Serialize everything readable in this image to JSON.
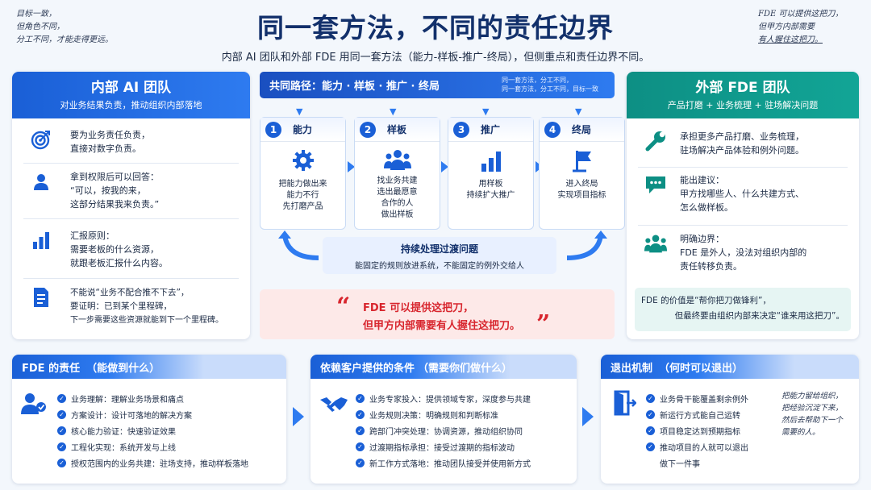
{
  "notes": {
    "top_left": [
      "目标一致，",
      "但角色不同，",
      "分工不同，才能走得更远。"
    ],
    "top_right": [
      "FDE 可以提供这把刀，",
      "但甲方内部需要",
      "有人握住这把刀。"
    ]
  },
  "header": {
    "title": "同一套方法，不同的责任边界",
    "subtitle": "内部 AI 团队和外部 FDE 用同一套方法（能力-样板-推广-终局），但侧重点和责任边界不同。"
  },
  "internal": {
    "title": "内部 AI 团队",
    "subtitle": "对业务结果负责，推动组织内部落地",
    "items": [
      {
        "icon": "target-icon",
        "lines": [
          "要为业务责任负责，",
          "直接对数字负责。"
        ]
      },
      {
        "icon": "person-icon",
        "lines": [
          "拿到权限后可以回答：",
          "“可以，按我的来，",
          "这部分结果我来负责。”"
        ]
      },
      {
        "icon": "bar-chart-icon",
        "lines": [
          "汇报原则：",
          "需要老板的什么资源，",
          "就跟老板汇报什么内容。"
        ]
      },
      {
        "icon": "document-icon",
        "lines": [
          "不能说“业务不配合推不下去”，",
          "要证明：已到某个里程碑，",
          "下一步需要这些资源就能到下一个里程碑。"
        ]
      }
    ]
  },
  "path": {
    "label": "共同路径：能力 · 样板 · 推广 · 终局",
    "note": [
      "同一套方法，分工不同，",
      "同一套方法，分工不同，目标一致"
    ],
    "steps": [
      {
        "num": "1",
        "name": "能力",
        "icon": "gear-icon",
        "desc": [
          "把能力做出来",
          "能力不行",
          "先打磨产品"
        ]
      },
      {
        "num": "2",
        "name": "样板",
        "icon": "group-icon",
        "desc": [
          "找业务共建",
          "选出最愿意",
          "合作的人",
          "做出样板"
        ]
      },
      {
        "num": "3",
        "name": "推广",
        "icon": "growth-chart-icon",
        "desc": [
          "用样板",
          "持续扩大推广"
        ]
      },
      {
        "num": "4",
        "name": "终局",
        "icon": "flag-icon",
        "desc": [
          "进入终局",
          "实现项目指标"
        ]
      }
    ],
    "transition_title": "持续处理过渡问题",
    "transition_desc": "能固定的规则放进系统，不能固定的例外交给人"
  },
  "quote": {
    "line1": "FDE 可以提供这把刀，",
    "line2": "但甲方内部需要有人握住这把刀。"
  },
  "external": {
    "title": "外部 FDE 团队",
    "subtitle": "产品打磨 + 业务梳理 + 驻场解决问题",
    "items": [
      {
        "icon": "wrench-icon",
        "lines": [
          "承担更多产品打磨、业务梳理，",
          "驻场解决产品体验和例外问题。"
        ]
      },
      {
        "icon": "chat-icon",
        "lines": [
          "能出建议：",
          "甲方找哪些人、什么共建方式、",
          "怎么做样板。"
        ]
      },
      {
        "icon": "team-icon",
        "lines": [
          "明确边界：",
          "FDE 是外人，没法对组织内部的",
          "责任转移负责。"
        ]
      }
    ],
    "value_lines": [
      "FDE 的价值是“帮你把刀做锋利”，",
      "但最终要由组织内部来决定“谁来用这把刀”。"
    ]
  },
  "bottom": [
    {
      "title": "FDE 的责任",
      "tag": "（能做到什么）",
      "icon": "person-check-icon",
      "items": [
        "业务理解：理解业务场景和痛点",
        "方案设计：设计可落地的解决方案",
        "核心能力验证：快速验证效果",
        "工程化实现：系统开发与上线",
        "授权范围内的业务共建：驻场支持，推动样板落地"
      ]
    },
    {
      "title": "依赖客户提供的条件",
      "tag": "（需要你们做什么）",
      "icon": "handshake-icon",
      "items": [
        "业务专家投入：提供领域专家，深度参与共建",
        "业务规则决策：明确规则和判断标准",
        "跨部门冲突处理：协调资源，推动组织协同",
        "过渡期指标承担：接受过渡期的指标波动",
        "新工作方式落地：推动团队接受并使用新方式"
      ]
    },
    {
      "title": "退出机制",
      "tag": "（何时可以退出）",
      "icon": "exit-door-icon",
      "items": [
        "业务骨干能覆盖剩余例外",
        "新运行方式能自己运转",
        "项目稳定达到预期指标",
        "推动项目的人就可以退出",
        "做下一件事"
      ],
      "side_note": [
        "把能力留给组织，",
        "把经验沉淀下来，",
        "然后去帮助下一个",
        "需要的人。"
      ]
    }
  ],
  "colors": {
    "primary": "#1a5fd6",
    "teal": "#0d8f84",
    "quote_red": "#d8262e",
    "title_navy": "#12306b"
  }
}
